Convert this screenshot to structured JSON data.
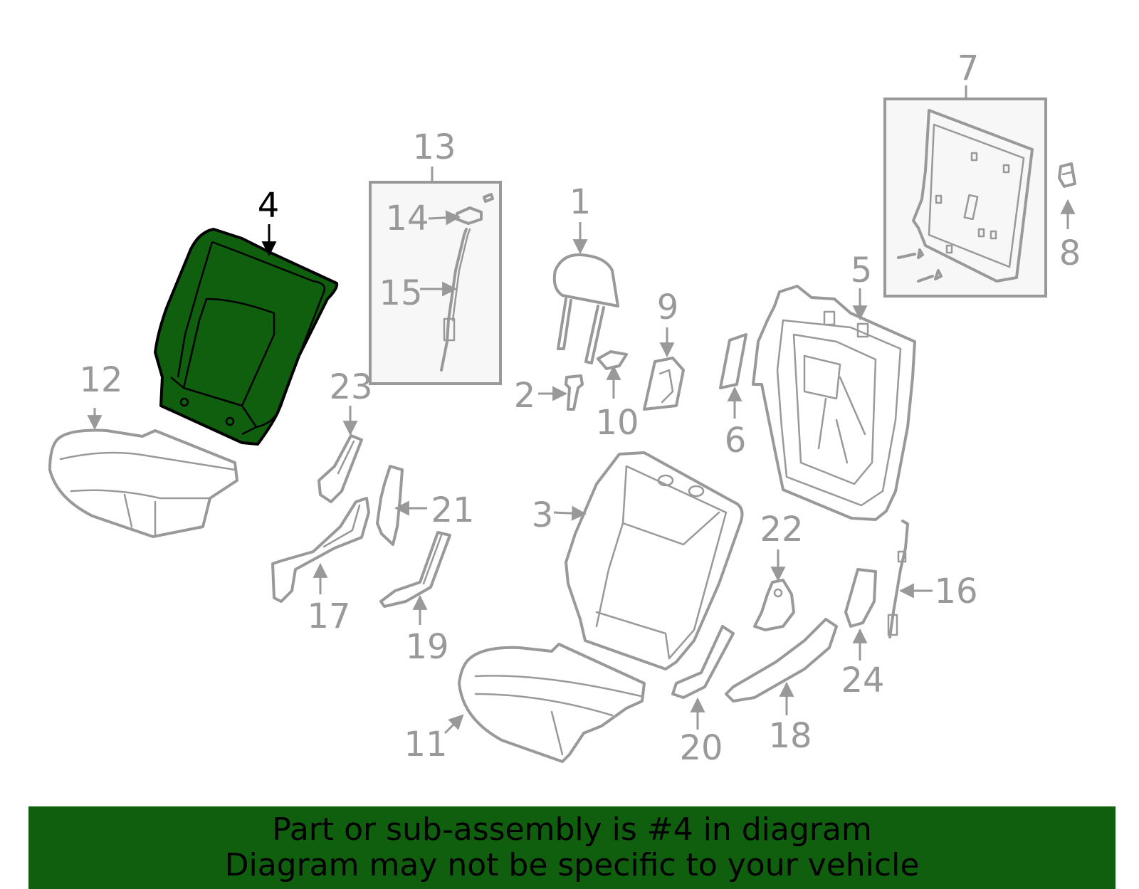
{
  "diagram": {
    "highlight_color": "#0f5f0f",
    "highlighted_part": "4",
    "callouts": [
      "1",
      "2",
      "3",
      "4",
      "5",
      "6",
      "7",
      "8",
      "9",
      "10",
      "11",
      "12",
      "13",
      "14",
      "15",
      "16",
      "17",
      "18",
      "19",
      "20",
      "21",
      "22",
      "23",
      "24"
    ]
  },
  "banner": {
    "background": "#0f5f0f",
    "line1": "Part or sub-assembly is #4 in diagram",
    "line2": "Diagram may not be specific to your vehicle"
  }
}
